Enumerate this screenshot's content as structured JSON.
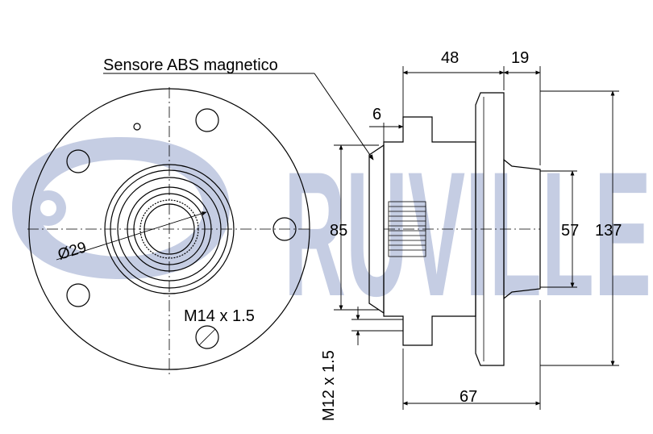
{
  "brand": {
    "watermark": "RUVILLE",
    "watermark_color": "#c5cde3"
  },
  "labels": {
    "abs_sensor": "Sensore ABS magnetico",
    "dim_48": "48",
    "dim_19": "19",
    "dim_6": "6",
    "dim_85": "85",
    "dim_57": "57",
    "dim_137": "137",
    "dim_67": "67",
    "bore": "Ø29",
    "thread_wheel": "M14 x 1.5",
    "thread_m12": "M12 x 1.5"
  },
  "colors": {
    "line": "#000000",
    "background": "#ffffff"
  }
}
